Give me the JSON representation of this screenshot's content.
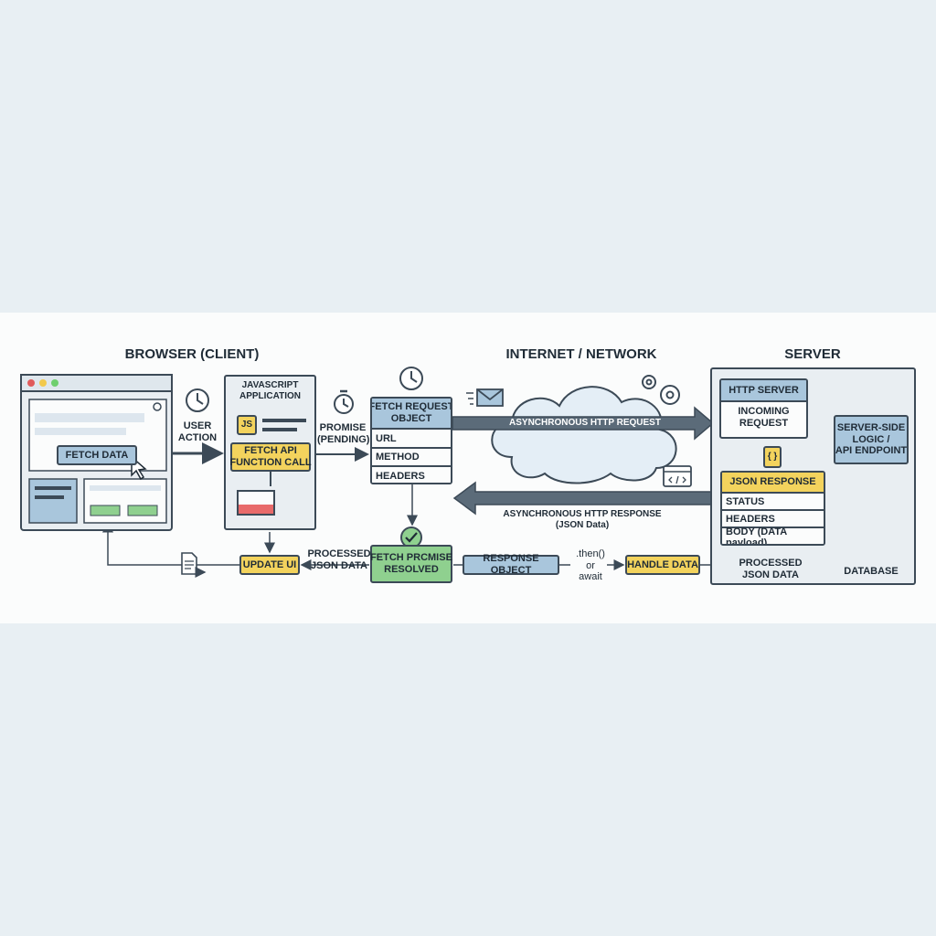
{
  "sections": {
    "browser": "BROWSER (CLIENT)",
    "network": "INTERNET / NETWORK",
    "server": "SERVER"
  },
  "browser": {
    "fetch_button": "FETCH DATA",
    "user_action": "USER\nACTION"
  },
  "js_app": {
    "title": "JAVASCRIPT\nAPPLICATION",
    "js_badge": "JS",
    "fetch_call": "FETCH API\nFUNCTION CALL"
  },
  "promise_pending": "PROMISE\n(PENDING)",
  "fetch_request": {
    "title": "FETCH REQUEST\nOBJECT",
    "rows": [
      "URL",
      "METHOD",
      "HEADERS"
    ]
  },
  "request_arrow": "ASYNCHRONOUS HTTP REQUEST",
  "response_arrow": "ASYNCHRONOUS HTTP RESPONSE\n(JSON Data)",
  "server": {
    "http_server": "HTTP SERVER",
    "incoming": "INCOMING\nREQUEST",
    "logic": "SERVER-SIDE\nLOGIC /\nAPI ENDPOINT",
    "json_badge": "{ }",
    "json_title": "JSON RESPONSE",
    "json_rows": [
      "STATUS",
      "HEADERS",
      "BODY (DATA payload)"
    ],
    "database": "DATABASE"
  },
  "flow": {
    "update_ui": "UPDATE UI",
    "processed_json_left": "PROCESSED\nJSON DATA",
    "promise_resolved": "FETCH PRCMISE\nRESOLVED",
    "response_object": "RESPONSE OBJECT",
    "then_await": ".then()\nor\nawait",
    "handle_data": "HANDLE DATA",
    "processed_json_right": "PROCESSED\nJSON DATA"
  }
}
